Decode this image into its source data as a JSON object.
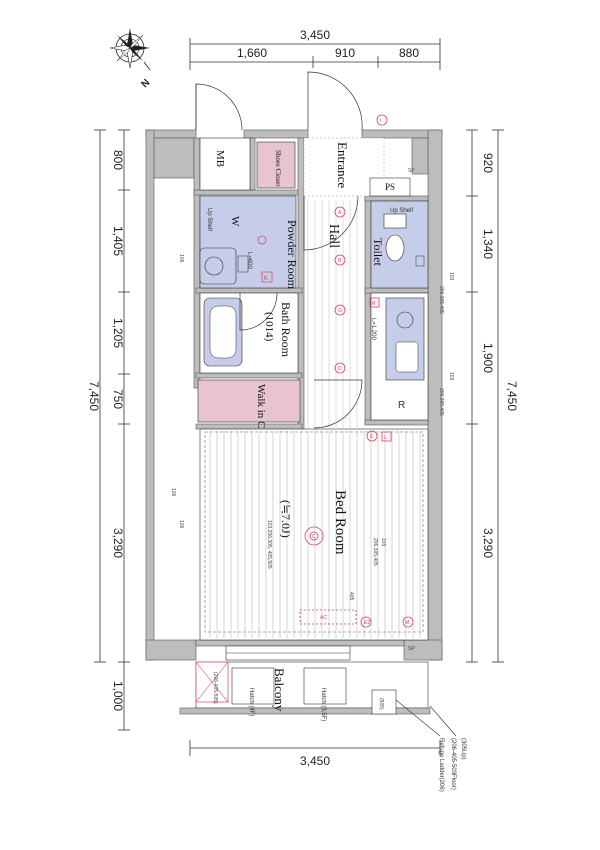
{
  "compass": {
    "north_label": "N"
  },
  "dims": {
    "top_total": "3,450",
    "top_a": "1,660",
    "top_b": "910",
    "top_c": "880",
    "bottom_total": "3,450",
    "left": [
      "800",
      "1,405",
      "1,205",
      "750",
      "3,290",
      "1,000"
    ],
    "left_total": "7,450",
    "right": [
      "920",
      "1,340",
      "1,900",
      "3,290"
    ],
    "right_total": "7,450"
  },
  "rooms": {
    "mb": "MB",
    "shoes_closet": "Shoes Closet",
    "entrance": "Entrance",
    "ps": "PS",
    "up_shelf_1": "Up Shelf",
    "up_shelf_2": "Up Shelf",
    "w": "W",
    "powder_room": "Powder Room",
    "hall": "Hall",
    "toilet": "Toilet",
    "l600": "L=600",
    "bath_room": "Bath Room",
    "bath_size": "(1014)",
    "l1200": "L=1,200",
    "walk_in_closet": "Walk in Closet",
    "bed_room": "Bed Room",
    "bed_size": "(≒7.0J)",
    "balcony": "Balcony",
    "hatch_4f": "Hatch (4F)",
    "hatch_3_5f": "Hatch (3,5F)"
  },
  "marks": {
    "k": "K",
    "r1": "R",
    "r2": "R",
    "l": "L",
    "i": "I",
    "e": "E",
    "c": "C",
    "a": "A",
    "b": "B",
    "g": "G",
    "d": "D",
    "m": "M",
    "ac": "AC",
    "e2": "E2",
    "sp_top": "SP",
    "sp_bottom": "SP"
  },
  "notes": {
    "n106_a": "106",
    "n106_b": "106",
    "n106_c": "106",
    "n103_a": "103",
    "n103_b": "103",
    "n103_c": "103",
    "n405": "405",
    "code_right_1": "206,305,405",
    "code_right_2": "206,305,405",
    "code_right_3": "206,305,405",
    "code_bed": "103,206,305, 405,505",
    "code_balcony": "(206-405-505)",
    "code_505": "(505)",
    "refuge": "Refuge Ladder(206)",
    "refuge_2": "(206-405-503Floor)",
    "refuge_3": "(305Up)"
  }
}
